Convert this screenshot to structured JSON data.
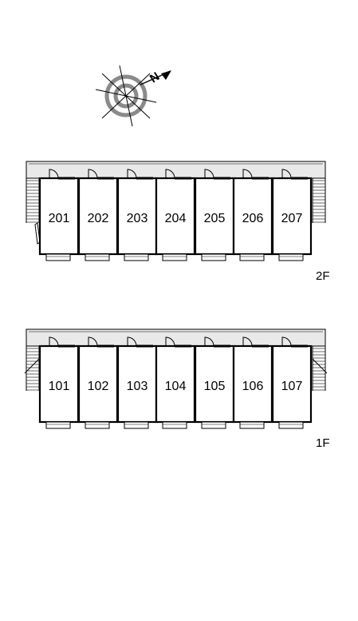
{
  "compass": {
    "north_label": "N"
  },
  "floors": [
    {
      "id": "2f",
      "label": "2F",
      "rooms": [
        "201",
        "202",
        "203",
        "204",
        "205",
        "206",
        "207"
      ]
    },
    {
      "id": "1f",
      "label": "1F",
      "rooms": [
        "101",
        "102",
        "103",
        "104",
        "105",
        "106",
        "107"
      ]
    }
  ],
  "colors": {
    "corridor": "#e9e9e9",
    "stroke": "#000000",
    "ring": "#8a8a8a"
  }
}
